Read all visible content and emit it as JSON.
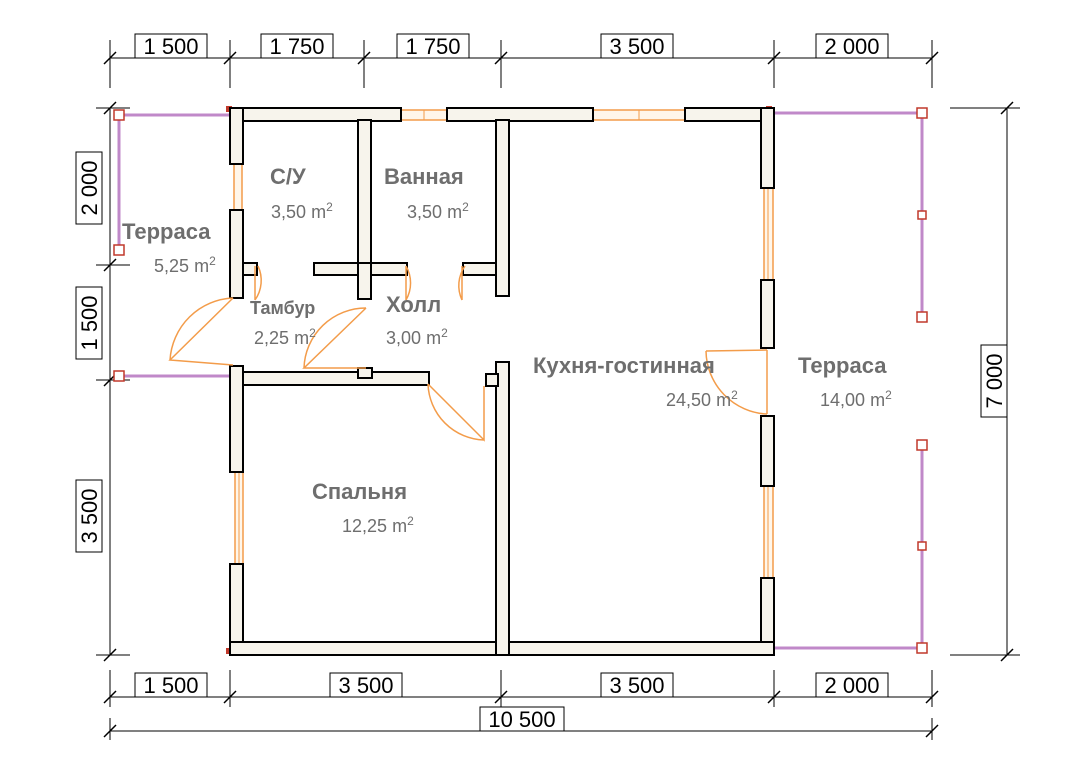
{
  "dimensions": {
    "top": [
      "1 500",
      "1 750",
      "1 750",
      "3 500",
      "2 000"
    ],
    "bottom": [
      "1 500",
      "3 500",
      "3 500",
      "2 000"
    ],
    "total": "10 500",
    "left": [
      "2 000",
      "1 500",
      "3 500"
    ],
    "right": "7 000"
  },
  "area_unit": "m",
  "area_exponent": "2",
  "rooms": {
    "su": {
      "name": "С/У",
      "area": "3,50"
    },
    "bath": {
      "name": "Ванная",
      "area": "3,50"
    },
    "terrace_left": {
      "name": "Терраса",
      "area": "5,25"
    },
    "tambur": {
      "name": "Тамбур",
      "area": "2,25"
    },
    "hall": {
      "name": "Холл",
      "area": "3,00"
    },
    "kitchen": {
      "name": "Кухня-гостинная",
      "area": "24,50"
    },
    "terrace_right": {
      "name": "Терраса",
      "area": "14,00"
    },
    "bedroom": {
      "name": "Спальня",
      "area": "12,25"
    }
  },
  "colors": {
    "wall": "#000000",
    "wall_fill": "#f7f4ec",
    "window": "#f39c4a",
    "railing": "#c089c9",
    "post": "#c0392b",
    "room_text": "#6e6e6e"
  }
}
